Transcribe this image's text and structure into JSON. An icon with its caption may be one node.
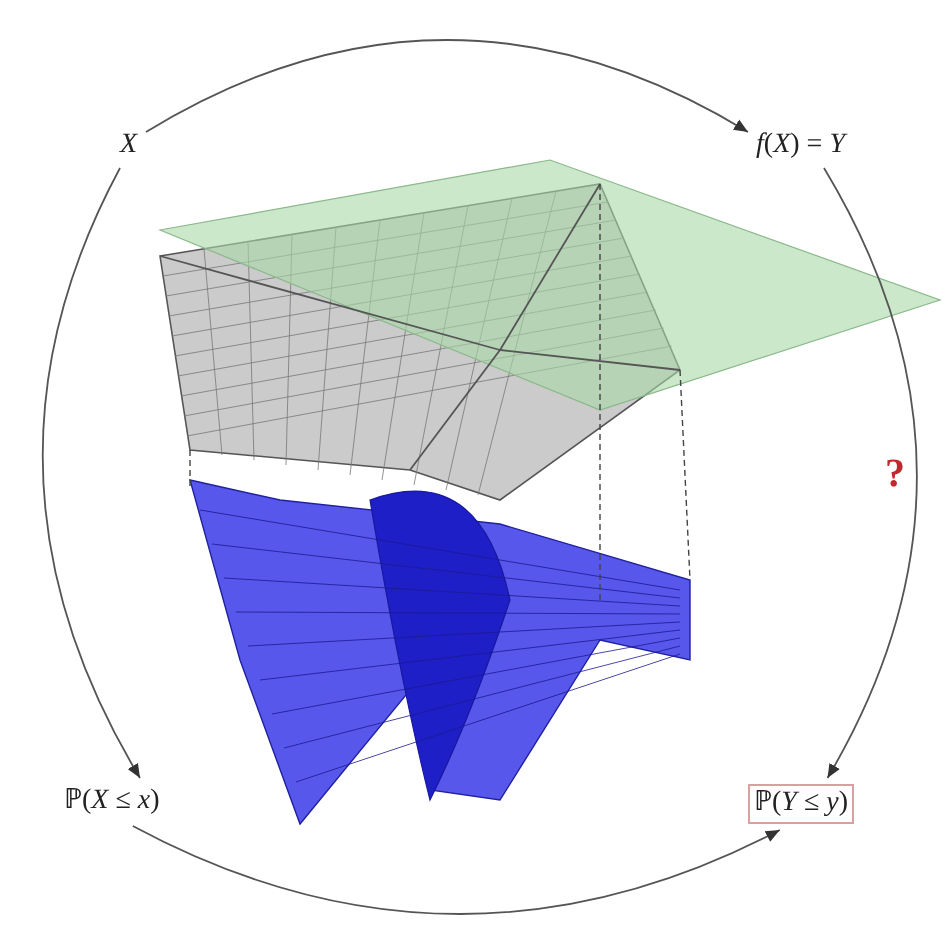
{
  "diagram": {
    "nodes": [
      {
        "text": [
          "*X*"
        ]
      },
      {
        "text": [
          "*f*(*X*) = *Y*"
        ]
      },
      {
        "text": [
          "ℙ(*X* ≤ *x*)"
        ]
      },
      {
        "text": [
          "ℙ(*Y* ≤ *y*)"
        ]
      }
    ],
    "edges": [
      {
        "from": 0,
        "to": 1,
        "arrow": "to"
      },
      {
        "from": 0,
        "to": 2,
        "arrow": "to"
      },
      {
        "from": 2,
        "to": 3,
        "arrow": "to"
      },
      {
        "from": 1,
        "to": 3,
        "arrow": "to",
        "label": "?"
      }
    ]
  }
}
